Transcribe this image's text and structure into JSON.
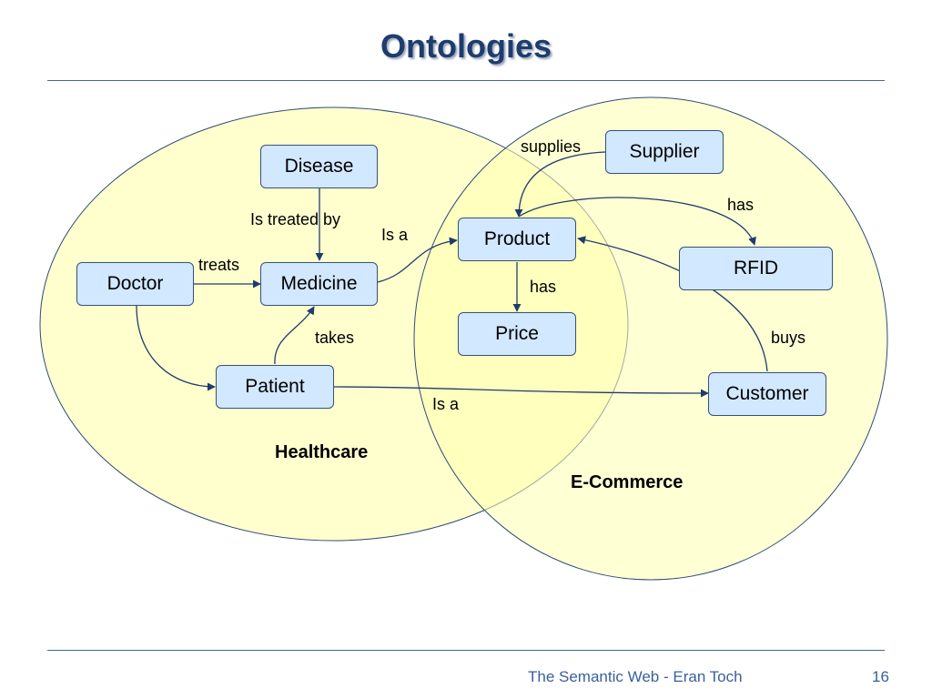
{
  "slide": {
    "title": "Ontologies",
    "footer": "The Semantic Web - Eran Toch",
    "page_number": "16"
  },
  "regions": {
    "healthcare": "Healthcare",
    "ecommerce": "E-Commerce"
  },
  "nodes": {
    "disease": "Disease",
    "doctor": "Doctor",
    "medicine": "Medicine",
    "patient": "Patient",
    "product": "Product",
    "price": "Price",
    "supplier": "Supplier",
    "rfid": "RFID",
    "customer": "Customer"
  },
  "edges": {
    "supplies": "supplies",
    "has_rfid": "has",
    "is_treated_by": "Is treated by",
    "is_a_product": "Is a",
    "treats": "treats",
    "has_price": "has",
    "takes": "takes",
    "buys": "buys",
    "is_a_customer": "Is a"
  },
  "colors": {
    "title": "#1f3c6e",
    "circle_fill": "#ffffc2",
    "node_fill": "#d2e8ff",
    "line": "#1f3c6e",
    "footer": "#3a5f9a"
  }
}
